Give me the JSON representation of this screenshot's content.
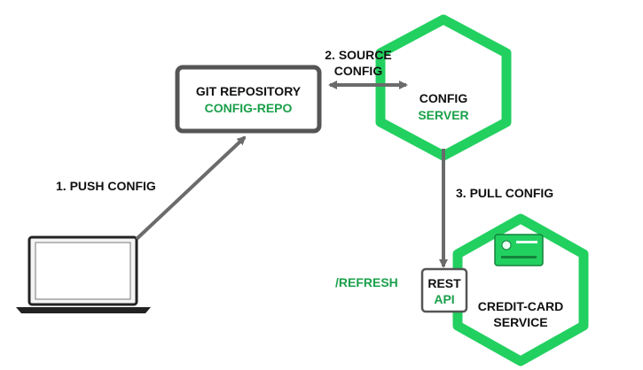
{
  "colors": {
    "accent": "#1aa04a",
    "hex_fill": "#22d060",
    "box_border": "#555555",
    "arrow": "#6b6b6b",
    "text": "#111111"
  },
  "git_repository": {
    "title": "GIT REPOSITORY",
    "name": "CONFIG-REPO"
  },
  "config_server": {
    "line1": "CONFIG",
    "line2": "SERVER"
  },
  "credit_card_service": {
    "line1": "CREDIT-CARD",
    "line2": "SERVICE",
    "icon": "credit-card-icon"
  },
  "rest_api": {
    "line1": "REST",
    "line2": "API"
  },
  "laptop": {
    "icon": "laptop-icon"
  },
  "steps": {
    "push": "1. PUSH CONFIG",
    "source_line1": "2. SOURCE",
    "source_line2": "CONFIG",
    "pull": "3. PULL CONFIG",
    "refresh": "/REFRESH"
  }
}
